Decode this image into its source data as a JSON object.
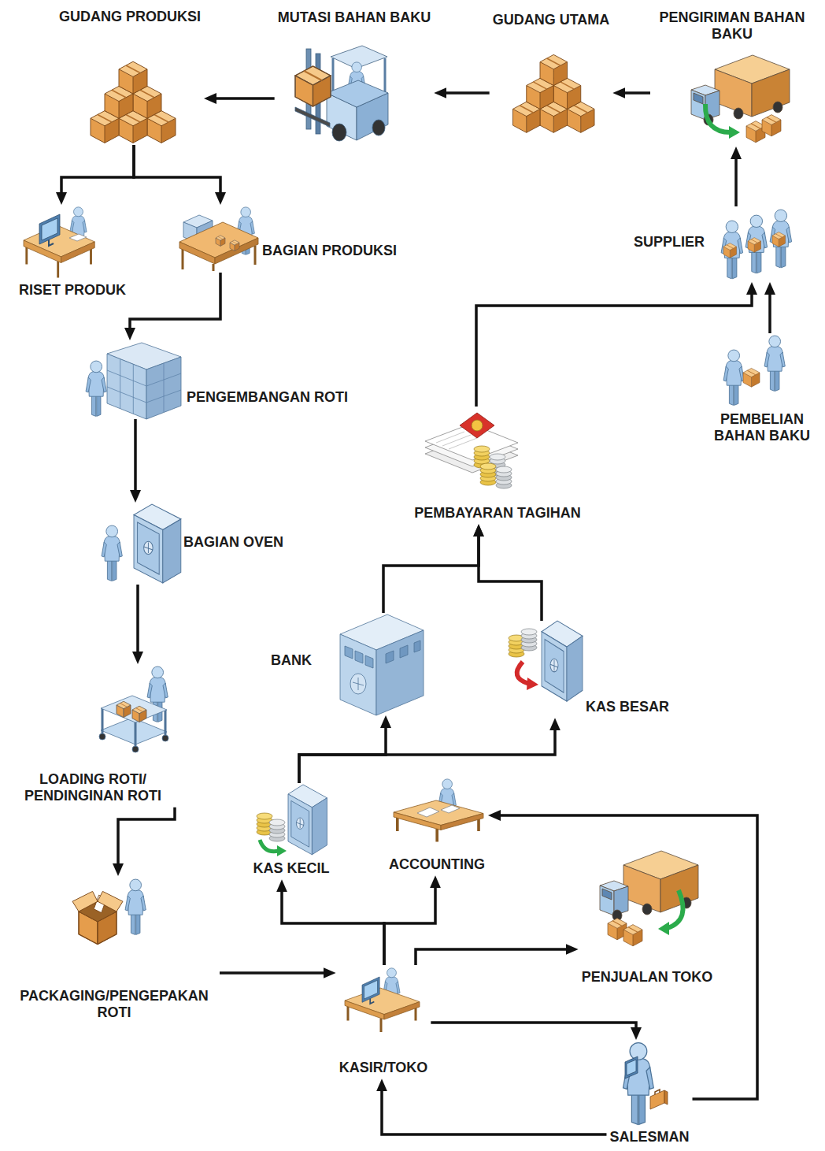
{
  "diagram": {
    "nodes": [
      {
        "text": [
          "GUDANG PRODUKSI"
        ]
      },
      {
        "text": [
          "MUTASI BAHAN BAKU"
        ]
      },
      {
        "text": [
          "GUDANG UTAMA"
        ]
      },
      {
        "text": [
          "PENGIRIMAN BAHAN BAKU"
        ]
      },
      {
        "text": [
          "RISET PRODUK"
        ]
      },
      {
        "text": [
          "BAGIAN PRODUKSI"
        ]
      },
      {
        "text": [
          "SUPPLIER"
        ]
      },
      {
        "text": [
          "PENGEMBANGAN ROTI"
        ]
      },
      {
        "text": [
          "PEMBELIAN BAHAN BAKU"
        ]
      },
      {
        "text": [
          "PEMBAYARAN TAGIHAN"
        ]
      },
      {
        "text": [
          "BAGIAN OVEN"
        ]
      },
      {
        "text": [
          "BANK"
        ]
      },
      {
        "text": [
          "KAS BESAR"
        ]
      },
      {
        "text": [
          "LOADING ROTI/ PENDINGINAN ROTI"
        ]
      },
      {
        "text": [
          "KAS KECIL"
        ]
      },
      {
        "text": [
          "ACCOUNTING"
        ]
      },
      {
        "text": [
          "PENJUALAN TOKO"
        ]
      },
      {
        "text": [
          "PACKAGING/PENGEPAKAN ROTI"
        ]
      },
      {
        "text": [
          "KASIR/TOKO"
        ]
      },
      {
        "text": [
          "SALESMAN"
        ]
      }
    ],
    "edges": [
      {
        "from": 3,
        "to": 2,
        "arrow": "to"
      },
      {
        "from": 2,
        "to": 1,
        "arrow": "to"
      },
      {
        "from": 1,
        "to": 0,
        "arrow": "to"
      },
      {
        "from": 0,
        "to": 4,
        "arrow": "to"
      },
      {
        "from": 0,
        "to": 5,
        "arrow": "to"
      },
      {
        "from": 5,
        "to": 7,
        "arrow": "to"
      },
      {
        "from": 7,
        "to": 10,
        "arrow": "to"
      },
      {
        "from": 10,
        "to": 13,
        "arrow": "to"
      },
      {
        "from": 13,
        "to": 17,
        "arrow": "to"
      },
      {
        "from": 17,
        "to": 18,
        "arrow": "to"
      },
      {
        "from": 18,
        "to": 14,
        "arrow": "to"
      },
      {
        "from": 18,
        "to": 15,
        "arrow": "to"
      },
      {
        "from": 18,
        "to": 16,
        "arrow": "to"
      },
      {
        "from": 18,
        "to": 19,
        "arrow": "to"
      },
      {
        "from": 19,
        "to": 18,
        "arrow": "to"
      },
      {
        "from": 19,
        "to": 15,
        "arrow": "to"
      },
      {
        "from": 14,
        "to": 11,
        "arrow": "to"
      },
      {
        "from": 14,
        "to": 12,
        "arrow": "to"
      },
      {
        "from": 11,
        "to": 9,
        "arrow": "to"
      },
      {
        "from": 12,
        "to": 9,
        "arrow": "to"
      },
      {
        "from": 9,
        "to": 6,
        "arrow": "to"
      },
      {
        "from": 8,
        "to": 6,
        "arrow": "to"
      },
      {
        "from": 6,
        "to": 3,
        "arrow": "to"
      }
    ]
  }
}
